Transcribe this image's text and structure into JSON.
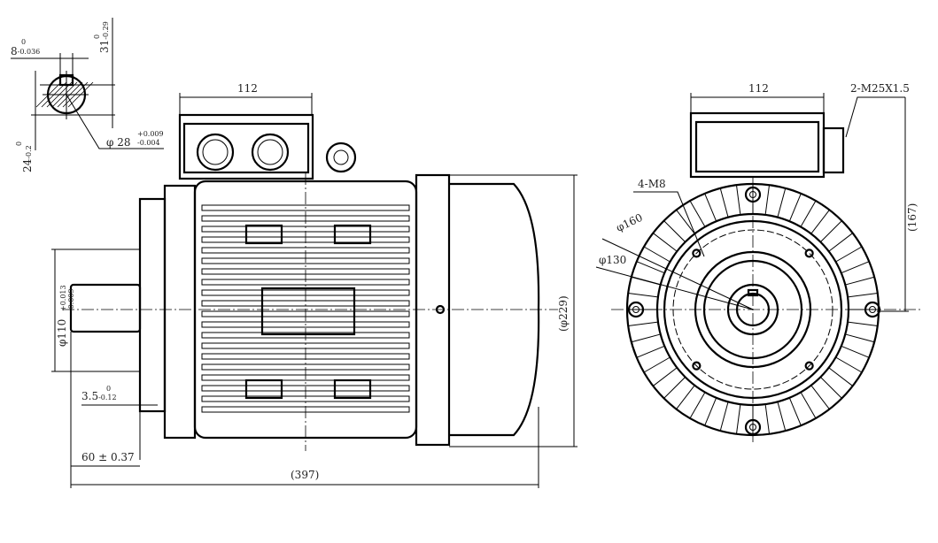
{
  "drawing": {
    "key_detail": {
      "key_width": "8",
      "key_width_upper": "0",
      "key_width_lower": "-0.036",
      "key_depth": "31",
      "key_depth_tol": "0",
      "key_depth_lower": "-0.29",
      "shaft_height": "24",
      "shaft_height_upper": "0",
      "shaft_height_lower": "-0.2",
      "shaft_dia": "φ 28",
      "shaft_dia_upper": "+0.009",
      "shaft_dia_lower": "-0.004"
    },
    "side_view": {
      "box_width": "112",
      "spigot_dia": "φ110",
      "spigot_upper": "+0.013",
      "spigot_lower": "-0.009",
      "spigot_depth": "3.5",
      "spigot_depth_upper": "0",
      "spigot_depth_lower": "-0.12",
      "shaft_length": "60 ± 0.37",
      "overall_length": "(397)",
      "overall_dia": "(φ229)"
    },
    "front_view": {
      "box_width": "112",
      "cable_gland": "2-M25X1.5",
      "flange_holes": "4-M8",
      "pcd": "φ160",
      "spigot": "φ130",
      "height": "(167)"
    }
  }
}
